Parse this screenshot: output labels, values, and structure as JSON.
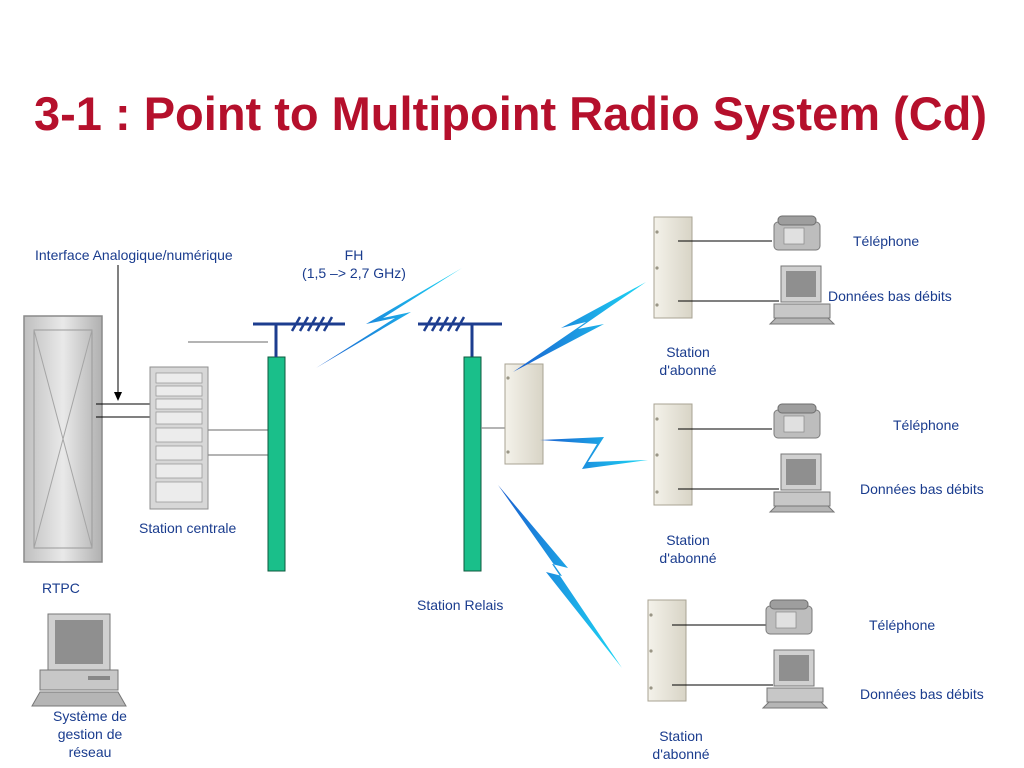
{
  "slide": {
    "title": "3-1 : Point to Multipoint Radio System (Cd)"
  },
  "labels": {
    "interface": "Interface Analogique/numérique",
    "fh_line1": "FH",
    "fh_line2": "(1,5 –> 2,7 GHz)",
    "station_centrale": "Station centrale",
    "rtpc": "RTPC",
    "station_relais": "Station Relais",
    "gestion_line1": "Système de",
    "gestion_line2": "gestion de",
    "gestion_line3": "réseau"
  },
  "subscribers": [
    {
      "line1": "Station",
      "line2": "d'abonné",
      "phone": "Téléphone",
      "data": "Données bas débits"
    },
    {
      "line1": "Station",
      "line2": "d'abonné",
      "phone": "Téléphone",
      "data": "Données bas débits"
    },
    {
      "line1": "Station",
      "line2": "d'abonné",
      "phone": "Téléphone",
      "data": "Données bas débits"
    }
  ],
  "colors": {
    "title": "#b5102c",
    "label": "#1a3c8e",
    "mast": "#1abf8a",
    "antenna": "#1d3d8f",
    "radio_link": "#1ec8f0"
  },
  "icons": [
    "switch-rack",
    "equipment-rack",
    "antenna",
    "lightning-link",
    "subscriber-unit",
    "telephone-icon",
    "computer-icon"
  ]
}
